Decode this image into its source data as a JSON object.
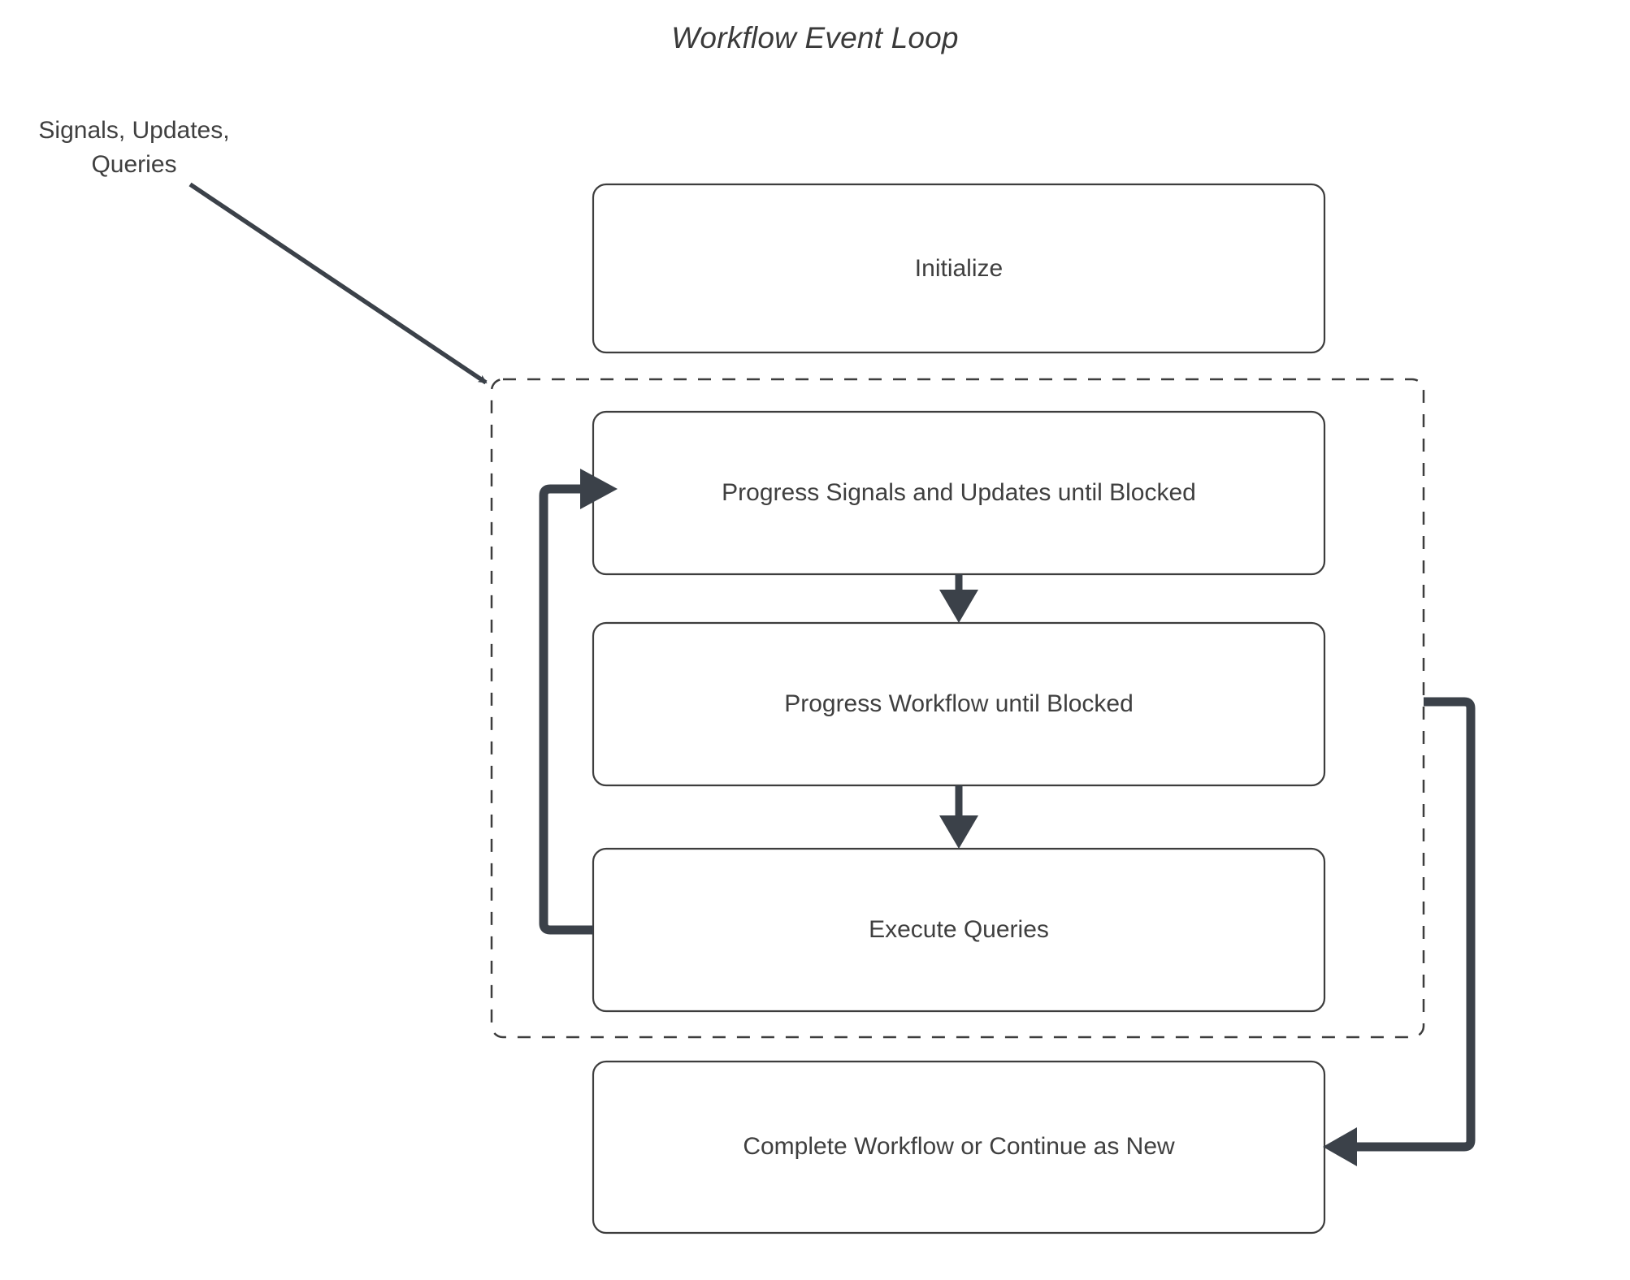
{
  "diagram": {
    "title": "Workflow Event Loop",
    "type": "flowchart",
    "background_color": "#ffffff",
    "stroke_color": "#3b4149",
    "node_border_color": "#3d3d3d",
    "text_color": "#3f3f3f",
    "external_input": {
      "label_line1": "Signals, Updates,",
      "label_line2": "Queries",
      "label_full": "Signals, Updates, Queries"
    },
    "loop_container": {
      "name": "event-loop-group",
      "border_style": "dashed"
    },
    "nodes": [
      {
        "id": "initialize",
        "label": "Initialize",
        "inside_loop": false
      },
      {
        "id": "progress-signals-updates",
        "label": "Progress Signals and Updates until Blocked",
        "inside_loop": true
      },
      {
        "id": "progress-workflow",
        "label": "Progress Workflow until Blocked",
        "inside_loop": true
      },
      {
        "id": "execute-queries",
        "label": "Execute Queries",
        "inside_loop": true
      },
      {
        "id": "complete-workflow",
        "label": "Complete Workflow or Continue as New",
        "inside_loop": false
      }
    ],
    "edges": [
      {
        "id": "input-to-loop",
        "from": "Signals, Updates, Queries",
        "to": "event-loop-group",
        "style": "thin-arrow"
      },
      {
        "id": "signals-to-workflow",
        "from": "Progress Signals and Updates until Blocked",
        "to": "Progress Workflow until Blocked",
        "style": "down-arrow"
      },
      {
        "id": "workflow-to-queries",
        "from": "Progress Workflow until Blocked",
        "to": "Execute Queries",
        "style": "down-arrow"
      },
      {
        "id": "queries-loop-back",
        "from": "Execute Queries",
        "to": "Progress Signals and Updates until Blocked",
        "style": "thick-loop-back"
      },
      {
        "id": "loop-to-complete",
        "from": "Progress Workflow until Blocked",
        "to": "Complete Workflow or Continue as New",
        "style": "thick-right-around"
      }
    ]
  }
}
